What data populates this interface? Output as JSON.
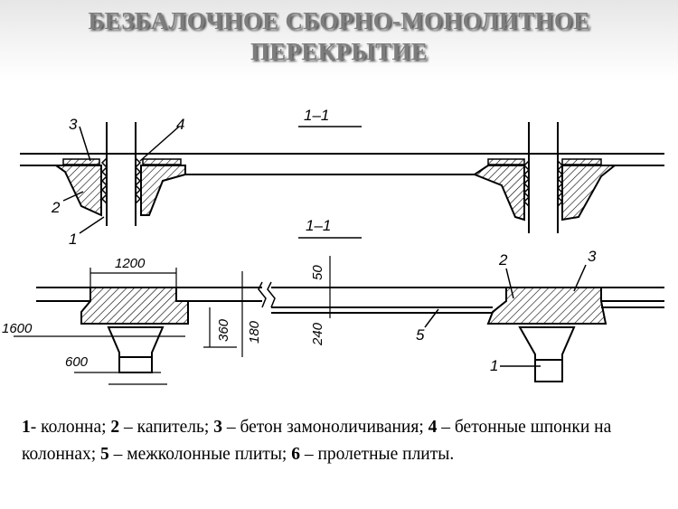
{
  "title": {
    "line1": "БЕЗБАЛОЧНОЕ СБОРНО-МОНОЛИТНОЕ",
    "line2": "ПЕРЕКРЫТИЕ"
  },
  "drawing": {
    "section_top": "1–1",
    "section_bottom": "1–1",
    "callouts": {
      "c1_top": "1",
      "c2_top": "2",
      "c3_top": "3",
      "c4_top": "4",
      "c1_bottom": "1",
      "c2_bottom": "2",
      "c3_bottom": "3",
      "c5_bottom": "5"
    },
    "dimensions": {
      "d1200": "1200",
      "d1600": "1600",
      "d600": "600",
      "d50": "50",
      "d240": "240",
      "d360": "360",
      "d180": "180"
    }
  },
  "caption": {
    "i1_num": "1",
    "i1_text": "- колонна; ",
    "i2_num": "2",
    "i2_text": " – капитель; ",
    "i3_num": "3",
    "i3_text": " – бетон замоноличивания; ",
    "i4_num": "4",
    "i4_text": " – бетонные шпонки на колоннах; ",
    "i5_num": "5",
    "i5_text": " – межколонные плиты; ",
    "i6_num": "6",
    "i6_text": " – пролетные плиты."
  }
}
